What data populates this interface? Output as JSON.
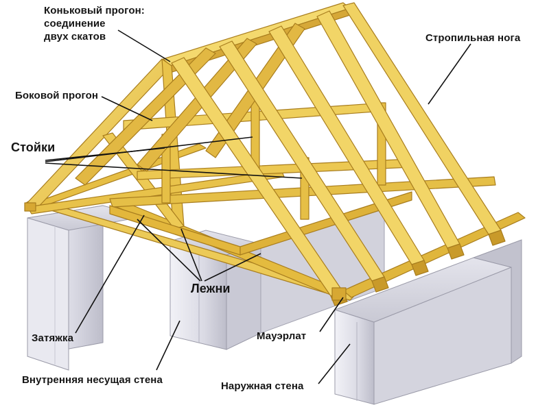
{
  "labels": {
    "ridge": "Коньковый прогон:\nсоединение\nдвух скатов",
    "rafter": "Стропильная нога",
    "side_purlin": "Боковой прогон",
    "posts": "Стойки",
    "sleepers": "Лежни",
    "tie_beam": "Затяжка",
    "mauerlat": "Мауэрлат",
    "inner_wall": "Внутренняя несущая стена",
    "outer_wall": "Наружная стена"
  },
  "colors": {
    "wood_light": "#f2d76a",
    "wood_mid": "#e8c24a",
    "wood_dark": "#c99a2a",
    "wood_edge": "#a87d1e",
    "wall_light": "#eeeef4",
    "wall_mid": "#d8d8e2",
    "wall_dark": "#b6b6c4",
    "leader": "#111111"
  }
}
